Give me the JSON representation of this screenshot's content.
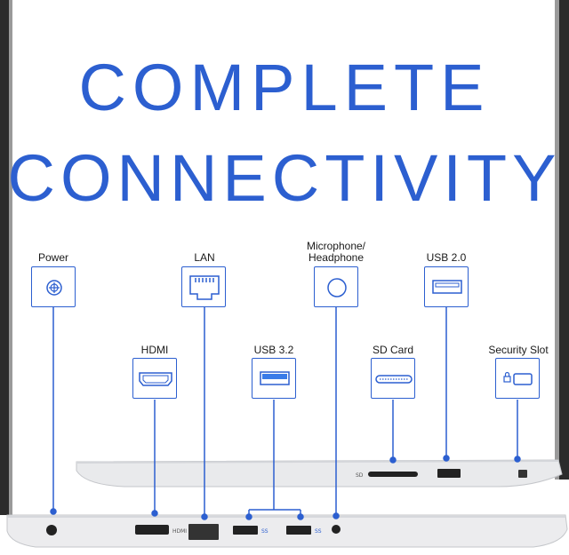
{
  "headline": {
    "line1": "COMPLETE",
    "line2": "CONNECTIVITY",
    "color": "#2c5fd0"
  },
  "ports": {
    "power": {
      "label": "Power",
      "icon": "power-jack-icon"
    },
    "lan": {
      "label": "LAN",
      "icon": "ethernet-port-icon"
    },
    "audio": {
      "label_line1": "Microphone/",
      "label_line2": "Headphone",
      "icon": "audio-jack-icon"
    },
    "usb2": {
      "label": "USB 2.0",
      "icon": "usb-a-port-icon"
    },
    "hdmi": {
      "label": "HDMI",
      "icon": "hdmi-port-icon"
    },
    "usb32": {
      "label": "USB 3.2",
      "icon": "usb-superspeed-port-icon"
    },
    "sdcard": {
      "label": "SD Card",
      "icon": "sd-card-slot-icon"
    },
    "security": {
      "label": "Security Slot",
      "icon": "lock-slot-icon"
    }
  },
  "side_marks": {
    "hdmi": "HDMI",
    "ss1": "SS",
    "ss2": "SS",
    "sd": "SD"
  }
}
